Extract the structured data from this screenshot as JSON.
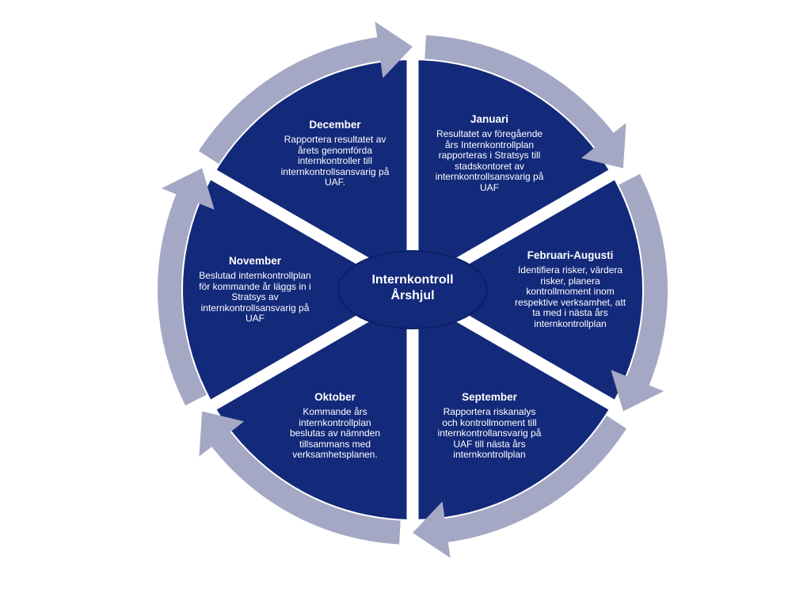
{
  "diagram": {
    "colors": {
      "segment": "#13297a",
      "arrow_ring": "#a5a8c4",
      "center_border": "#0b1f66",
      "text": "#ffffff",
      "background": "#ffffff"
    },
    "center": {
      "label": "Internkontroll\nÅrshjul"
    },
    "segments": [
      {
        "id": "januari",
        "title": "Januari",
        "body": "Resultatet av föregående\nårs Internkontrollplan\nrapporteras i Stratsys till\nstadskontoret av\ninternkontrollsansvarig på\nUAF"
      },
      {
        "id": "februari-augusti",
        "title": "Februari-Augusti",
        "body": "Identifiera risker, värdera\nrisker, planera\nkontrollmoment inom\nrespektive verksamhet, att\nta med i nästa års\ninternkontrollplan"
      },
      {
        "id": "september",
        "title": "September",
        "body": "Rapportera riskanalys\noch kontrollmoment till\ninternkontrollansvarig på\nUAF till nästa års\ninternkontrollplan"
      },
      {
        "id": "oktober",
        "title": "Oktober",
        "body": "Kommande års\ninternkontrollplan\nbeslutas av nämnden\ntillsammans med\nverksamhetsplanen."
      },
      {
        "id": "november",
        "title": "November",
        "body": "Beslutad internkontrollplan\nför kommande år läggs in i\nStratsys av\ninternkontrollsansvarig på\nUAF"
      },
      {
        "id": "december",
        "title": "December",
        "body": "Rapportera resultatet av\nårets genomförda\ninternkontroller till\ninternkontrollsansvarig på\nUAF."
      }
    ]
  }
}
